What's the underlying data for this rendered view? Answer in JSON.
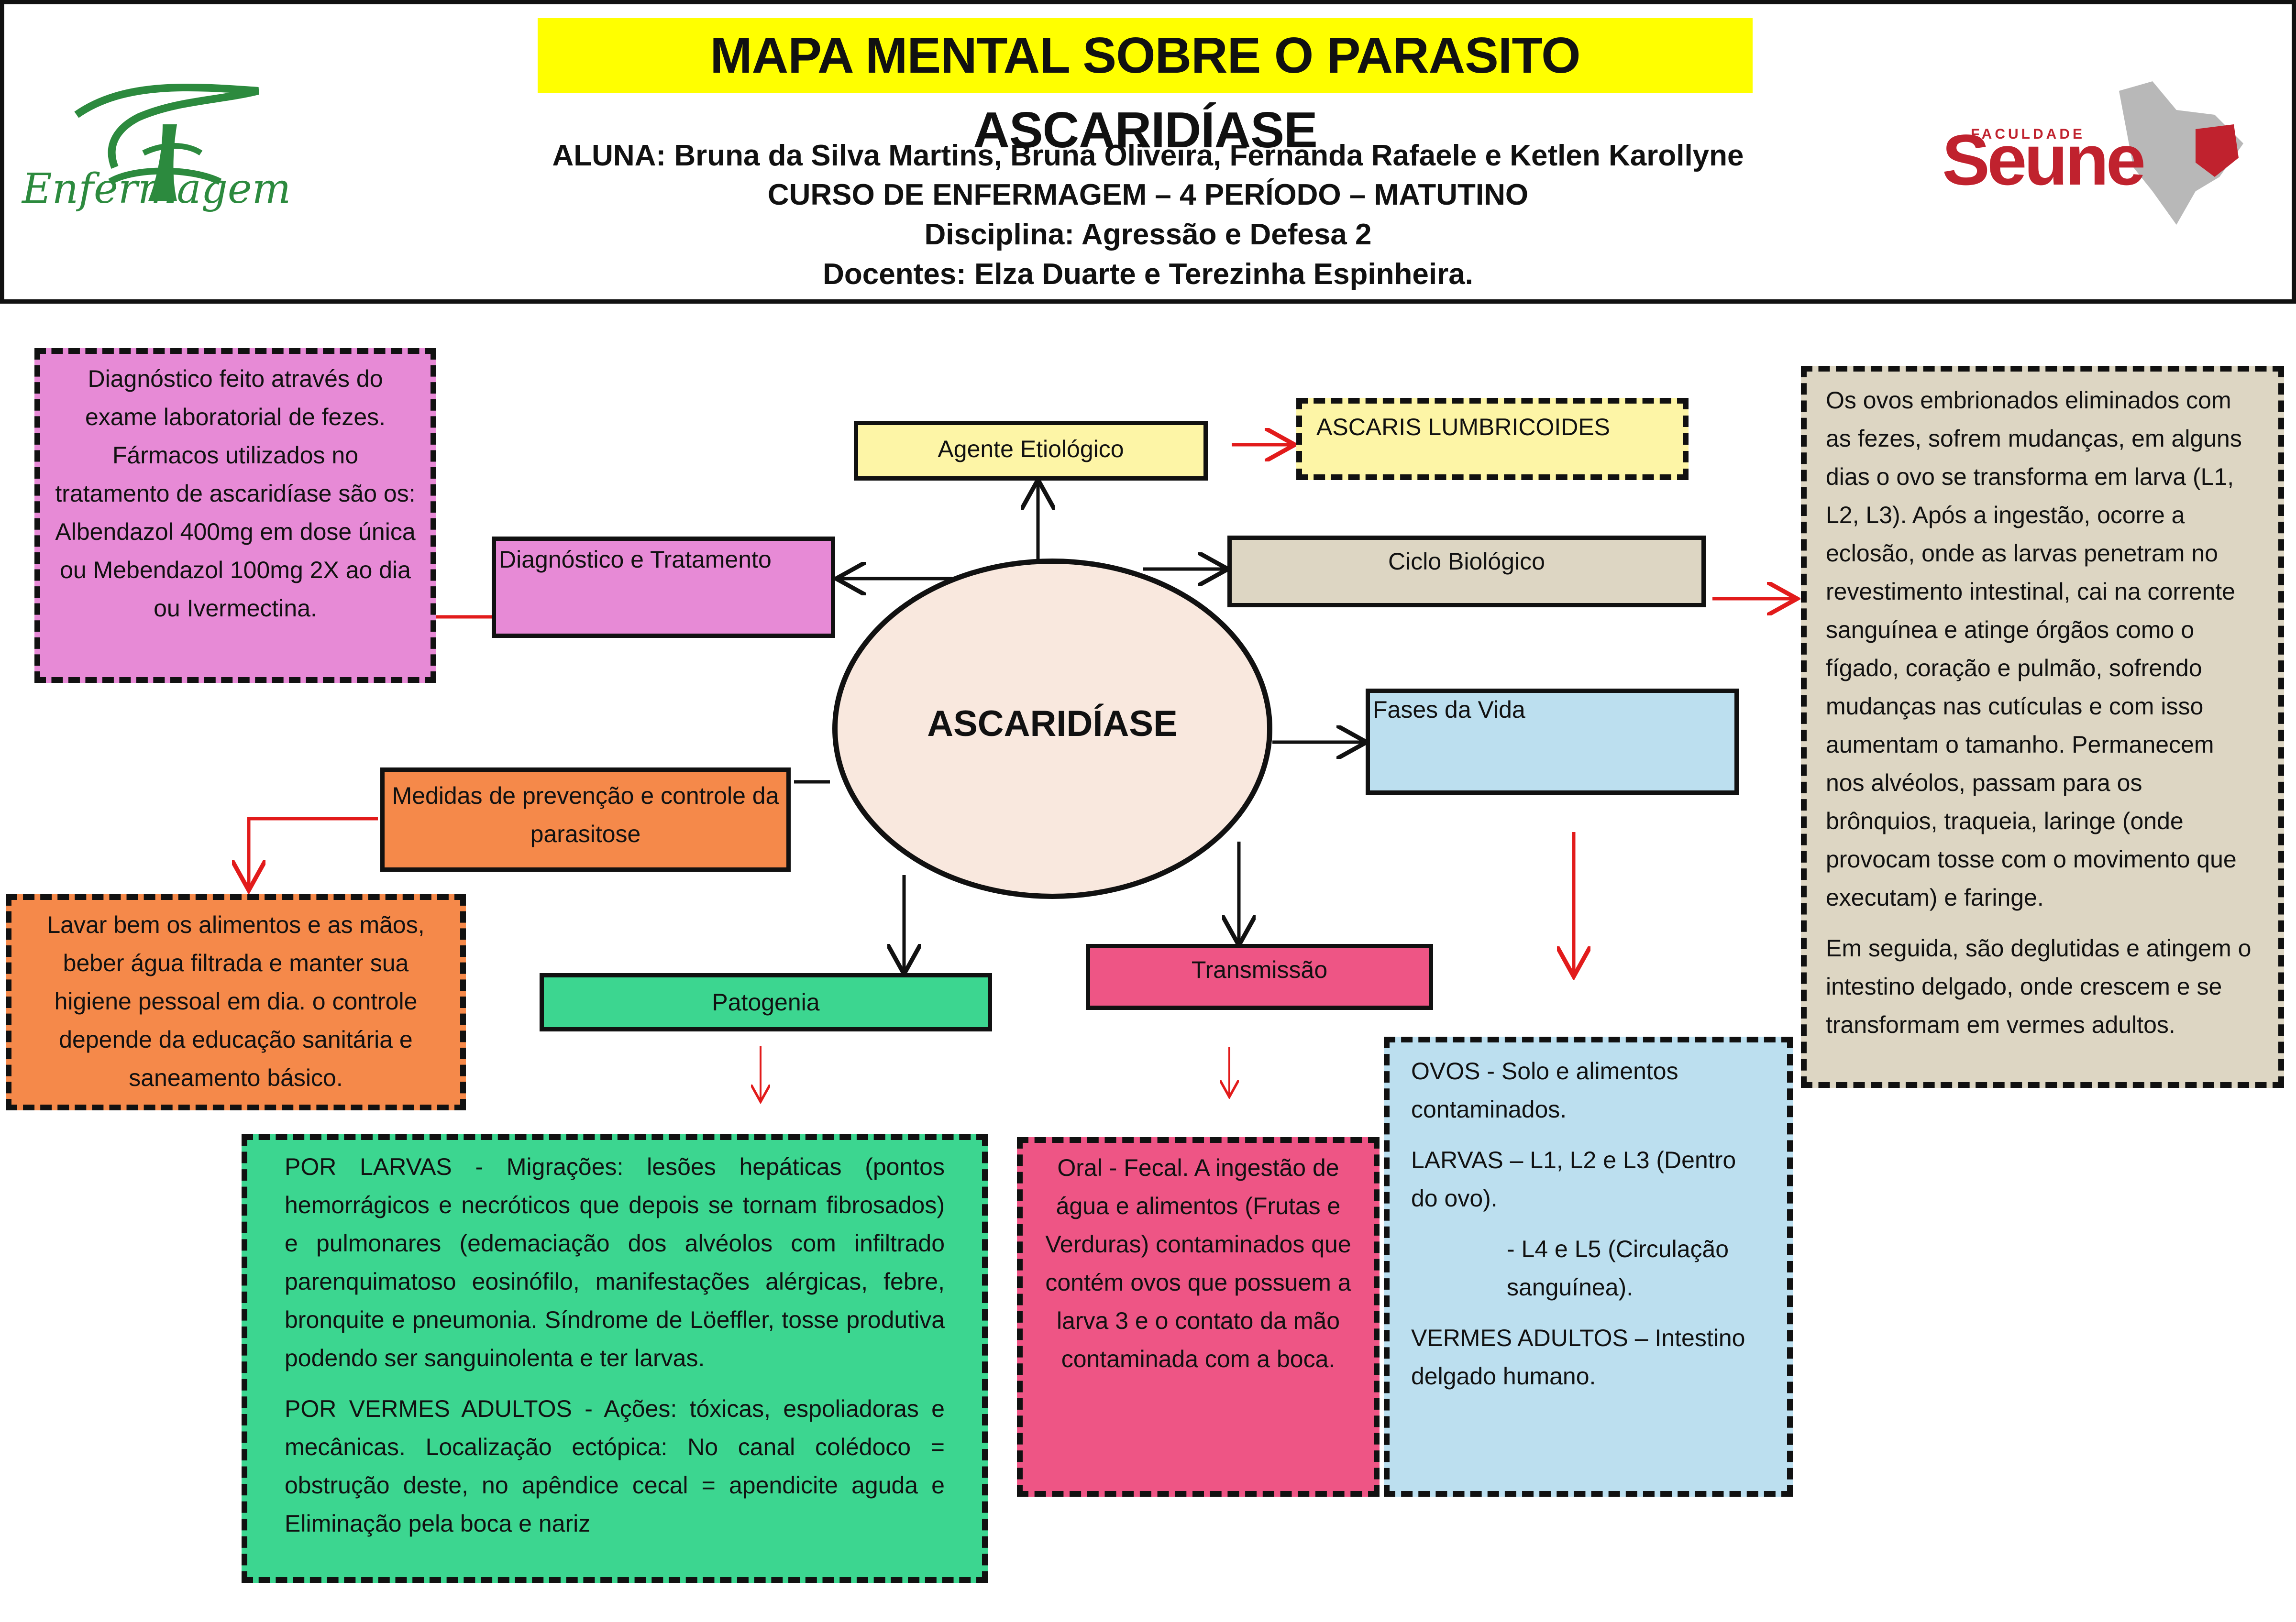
{
  "header": {
    "title": "MAPA MENTAL SOBRE O PARASITO ASCARIDÍASE",
    "students": "ALUNA: Bruna da Silva Martins, Bruna Oliveira, Fernanda Rafaele e Ketlen Karollyne",
    "course": "CURSO DE ENFERMAGEM – 4 PERÍODO – MATUTINO",
    "discipline": "Disciplina: Agressão e Defesa 2",
    "teachers": "Docentes: Elza Duarte e Terezinha Espinheira.",
    "logo_left_text": "Enfermagem",
    "logo_right_text": "Seune",
    "logo_right_small": "FACULDADE"
  },
  "center": {
    "label": "ASCARIDÍASE"
  },
  "nodes": {
    "agente": "Agente Etiológico",
    "ascaris": "ASCARIS LUMBRICOIDES",
    "diag_trat": "Diagnóstico e Tratamento",
    "ciclo": "Ciclo Biológico",
    "fases": "Fases da Vida",
    "medidas": "Medidas de prevenção e controle da parasitose",
    "patogenia": "Patogenia",
    "transmissao": "Transmissão"
  },
  "details": {
    "diagnostico": "Diagnóstico feito através do exame laboratorial de fezes. Fármacos utilizados no tratamento de ascaridíase são os: Albendazol 400mg em dose única ou Mebendazol 100mg 2X ao dia ou Ivermectina.",
    "ciclo_p1": "Os ovos embrionados eliminados com as fezes, sofrem mudanças, em alguns dias o ovo se transforma em larva (L1, L2, L3). Após a ingestão, ocorre a eclosão, onde as larvas penetram no revestimento intestinal, cai na corrente sanguínea e atinge órgãos como o fígado, coração e pulmão, sofrendo mudanças nas cutículas e com isso aumentam o tamanho. Permanecem nos alvéolos, passam para os brônquios, traqueia, laringe (onde provocam tosse com o movimento que executam) e faringe.",
    "ciclo_p2": "Em seguida, são deglutidas e atingem o intestino delgado, onde crescem e se transformam em vermes adultos.",
    "lavar": "Lavar bem os alimentos e as mãos, beber água filtrada e manter sua higiene pessoal em dia. o controle depende da educação sanitária e saneamento básico.",
    "pato_p1": "POR LARVAS - Migrações: lesões hepáticas (pontos hemorrágicos e necróticos que depois se tornam fibrosados) e pulmonares (edemaciação dos alvéolos com infiltrado parenquimatoso eosinófilo, manifestações alérgicas, febre, bronquite e pneumonia. Síndrome de Löeffler, tosse produtiva podendo ser sanguinolenta e ter larvas.",
    "pato_p2": "POR VERMES ADULTOS - Ações: tóxicas, espoliadoras e mecânicas. Localização ectópica: No canal colédoco = obstrução deste, no apêndice cecal = apendicite aguda e Eliminação pela boca e nariz",
    "oral": "Oral - Fecal. A ingestão de água e alimentos (Frutas e Verduras) contaminados que contém ovos que possuem a larva 3 e o contato da mão contaminada com a boca.",
    "ovos": "OVOS - Solo e alimentos contaminados.",
    "larvas": "LARVAS – L1, L2 e L3 (Dentro do ovo).",
    "larvas2": "- L4 e L5 (Circulação sanguínea).",
    "vermes": "VERMES ADULTOS – Intestino delgado humano."
  },
  "colors": {
    "title_bg": "#ffff00",
    "yellow": "#fdf5a6",
    "pink": "#e78ad6",
    "beige": "#ddd6c3",
    "blue": "#bcdfef",
    "orange": "#f5894a",
    "green": "#3cd690",
    "rose": "#ee5585",
    "circle": "#f9e8de",
    "arrow_red": "#e21b1b",
    "brand_red": "#c0222e",
    "brand_green": "#2c8a3e"
  }
}
